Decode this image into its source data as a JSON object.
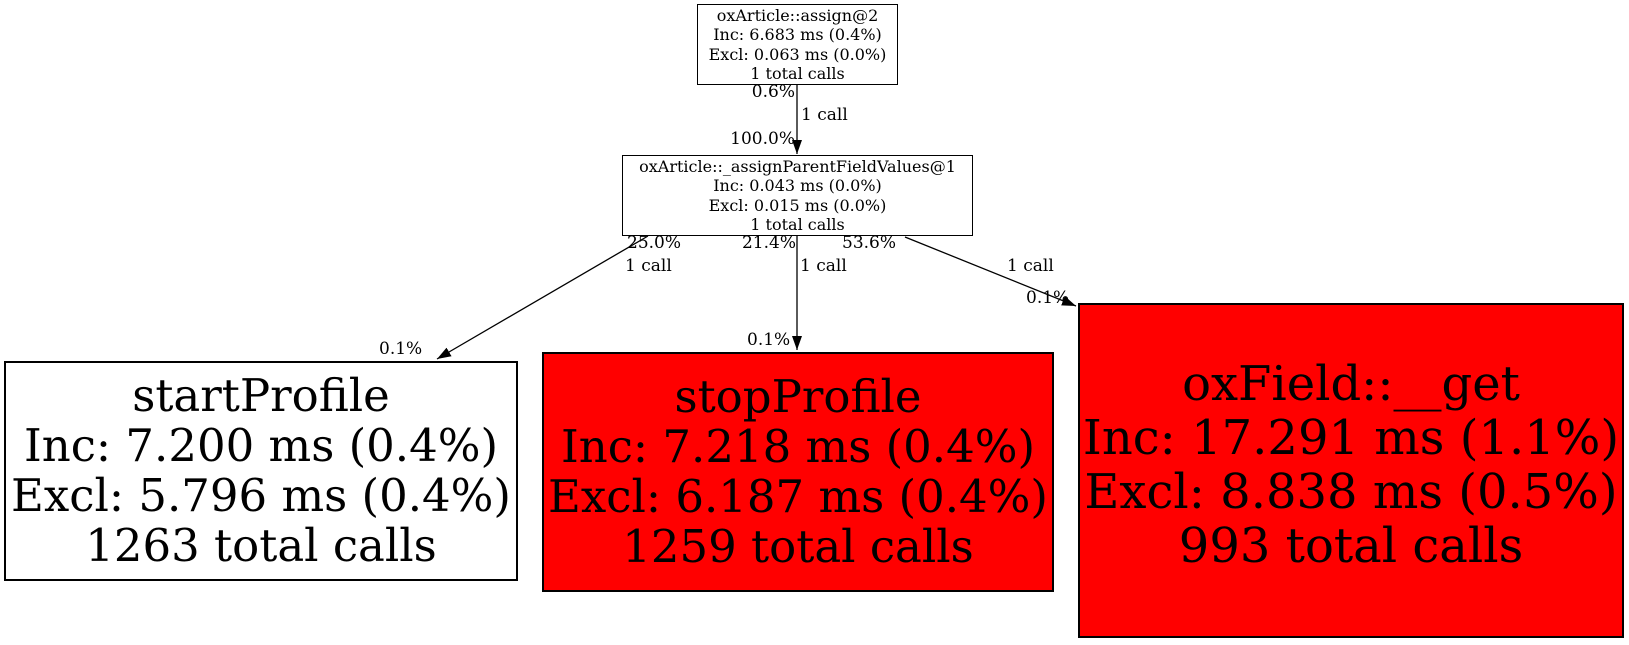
{
  "graph": {
    "nodes": {
      "assign": {
        "title": "oxArticle::assign@2",
        "inc": "Inc: 6.683 ms (0.4%)",
        "excl": "Excl: 0.063 ms (0.0%)",
        "calls": "1 total calls",
        "fill": "#ffffff"
      },
      "assign_parent_field_values": {
        "title": "oxArticle::_assignParentFieldValues@1",
        "inc": "Inc: 0.043 ms (0.0%)",
        "excl": "Excl: 0.015 ms (0.0%)",
        "calls": "1 total calls",
        "fill": "#ffffff"
      },
      "start_profile": {
        "title": "startProfile",
        "inc": "Inc: 7.200 ms (0.4%)",
        "excl": "Excl: 5.796 ms (0.4%)",
        "calls": "1263 total calls",
        "fill": "#ffffff"
      },
      "stop_profile": {
        "title": "stopProfile",
        "inc": "Inc: 7.218 ms (0.4%)",
        "excl": "Excl: 6.187 ms (0.4%)",
        "calls": "1259 total calls",
        "fill": "#ff0000"
      },
      "oxfield_get": {
        "title": "oxField::__get",
        "inc": "Inc: 17.291 ms (1.1%)",
        "excl": "Excl: 8.838 ms (0.5%)",
        "calls": "993 total calls",
        "fill": "#ff0000"
      }
    },
    "edges": {
      "assign_to_parent": {
        "tail_pct": "0.6%",
        "calls": "1 call",
        "head_pct": "100.0%"
      },
      "parent_to_start_profile": {
        "tail_pct": "25.0%",
        "calls": "1 call",
        "head_pct": "0.1%"
      },
      "parent_to_stop_profile": {
        "tail_pct": "21.4%",
        "calls": "1 call",
        "head_pct": "0.1%"
      },
      "parent_to_oxfield_get": {
        "tail_pct": "53.6%",
        "calls": "1 call",
        "head_pct": "0.1%"
      }
    },
    "colors": {
      "hot": "#ff0000",
      "normal": "#ffffff",
      "border": "#000000",
      "edge": "#000000"
    }
  }
}
